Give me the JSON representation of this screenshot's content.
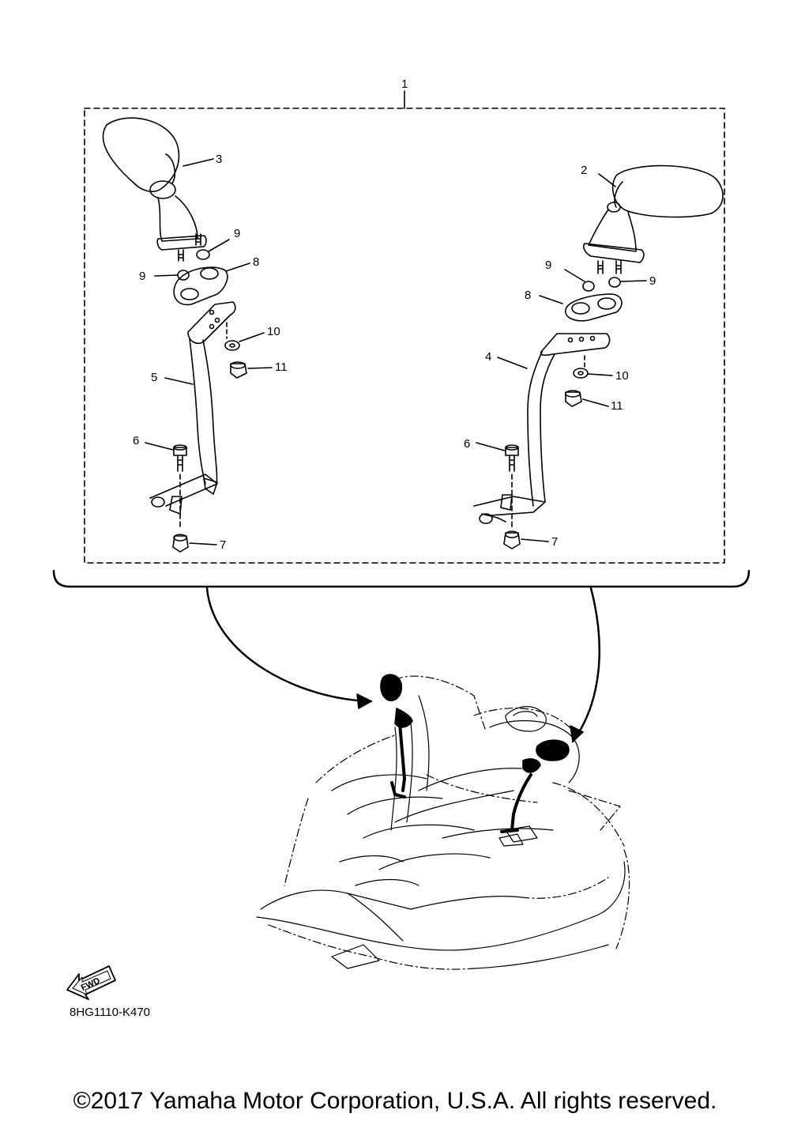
{
  "callouts": {
    "c1": "1",
    "c2": "2",
    "c3": "3",
    "c4": "4",
    "c5": "5",
    "c6": "6",
    "c7": "7",
    "c8": "8",
    "c9": "9",
    "c10": "10",
    "c11": "11"
  },
  "fwd_label": "FWD",
  "diagram_code": "8HG1110-K470",
  "copyright": "©2017 Yamaha Motor Corporation, U.S.A. All rights reserved."
}
